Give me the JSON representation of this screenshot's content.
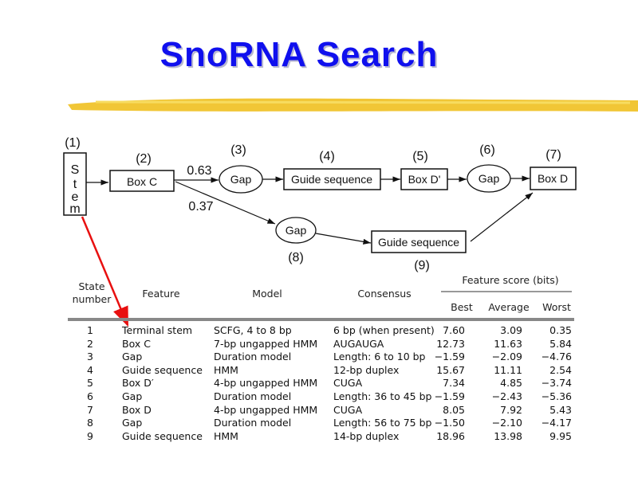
{
  "title": "SnoRNA Search",
  "diagram": {
    "nodes": [
      {
        "num": "(1)",
        "label": "Stem",
        "letters": [
          "S",
          "t",
          "e",
          "m"
        ]
      },
      {
        "num": "(2)",
        "label": "Box C"
      },
      {
        "num": "(3)",
        "label": "Gap"
      },
      {
        "num": "(4)",
        "label": "Guide sequence"
      },
      {
        "num": "(5)",
        "label": "Box D'"
      },
      {
        "num": "(6)",
        "label": "Gap"
      },
      {
        "num": "(7)",
        "label": "Box D"
      },
      {
        "num": "(8)",
        "label": "Gap"
      },
      {
        "num": "(9)",
        "label": "Guide sequence"
      }
    ],
    "p_upper": "0.63",
    "p_lower": "0.37"
  },
  "table": {
    "headers": {
      "state": "State",
      "number": "number",
      "feature": "Feature",
      "model": "Model",
      "consensus": "Consensus",
      "score": "Feature score (bits)",
      "best": "Best",
      "average": "Average",
      "worst": "Worst"
    },
    "rows": [
      [
        "1",
        "Terminal stem",
        "SCFG, 4 to 8 bp",
        "6 bp (when present)",
        "7.60",
        "3.09",
        "0.35"
      ],
      [
        "2",
        "Box C",
        "7-bp ungapped HMM",
        "AUGAUGA",
        "12.73",
        "11.63",
        "5.84"
      ],
      [
        "3",
        "Gap",
        "Duration model",
        "Length: 6 to 10 bp",
        "−1.59",
        "−2.09",
        "−4.76"
      ],
      [
        "4",
        "Guide sequence",
        "HMM",
        "12-bp duplex",
        "15.67",
        "11.11",
        "2.54"
      ],
      [
        "5",
        "Box D′",
        "4-bp ungapped HMM",
        "CUGA",
        "7.34",
        "4.85",
        "−3.74"
      ],
      [
        "6",
        "Gap",
        "Duration model",
        "Length: 36 to 45 bp",
        "−1.59",
        "−2.43",
        "−5.36"
      ],
      [
        "7",
        "Box D",
        "4-bp ungapped HMM",
        "CUGA",
        "8.05",
        "7.92",
        "5.43"
      ],
      [
        "8",
        "Gap",
        "Duration model",
        "Length: 56 to 75 bp",
        "−1.50",
        "−2.10",
        "−4.17"
      ],
      [
        "9",
        "Guide sequence",
        "HMM",
        "14-bp duplex",
        "18.96",
        "13.98",
        "9.95"
      ]
    ]
  },
  "colors": {
    "title": "#1010ee",
    "highlight": "#f0c020",
    "arrow": "#e81010"
  }
}
